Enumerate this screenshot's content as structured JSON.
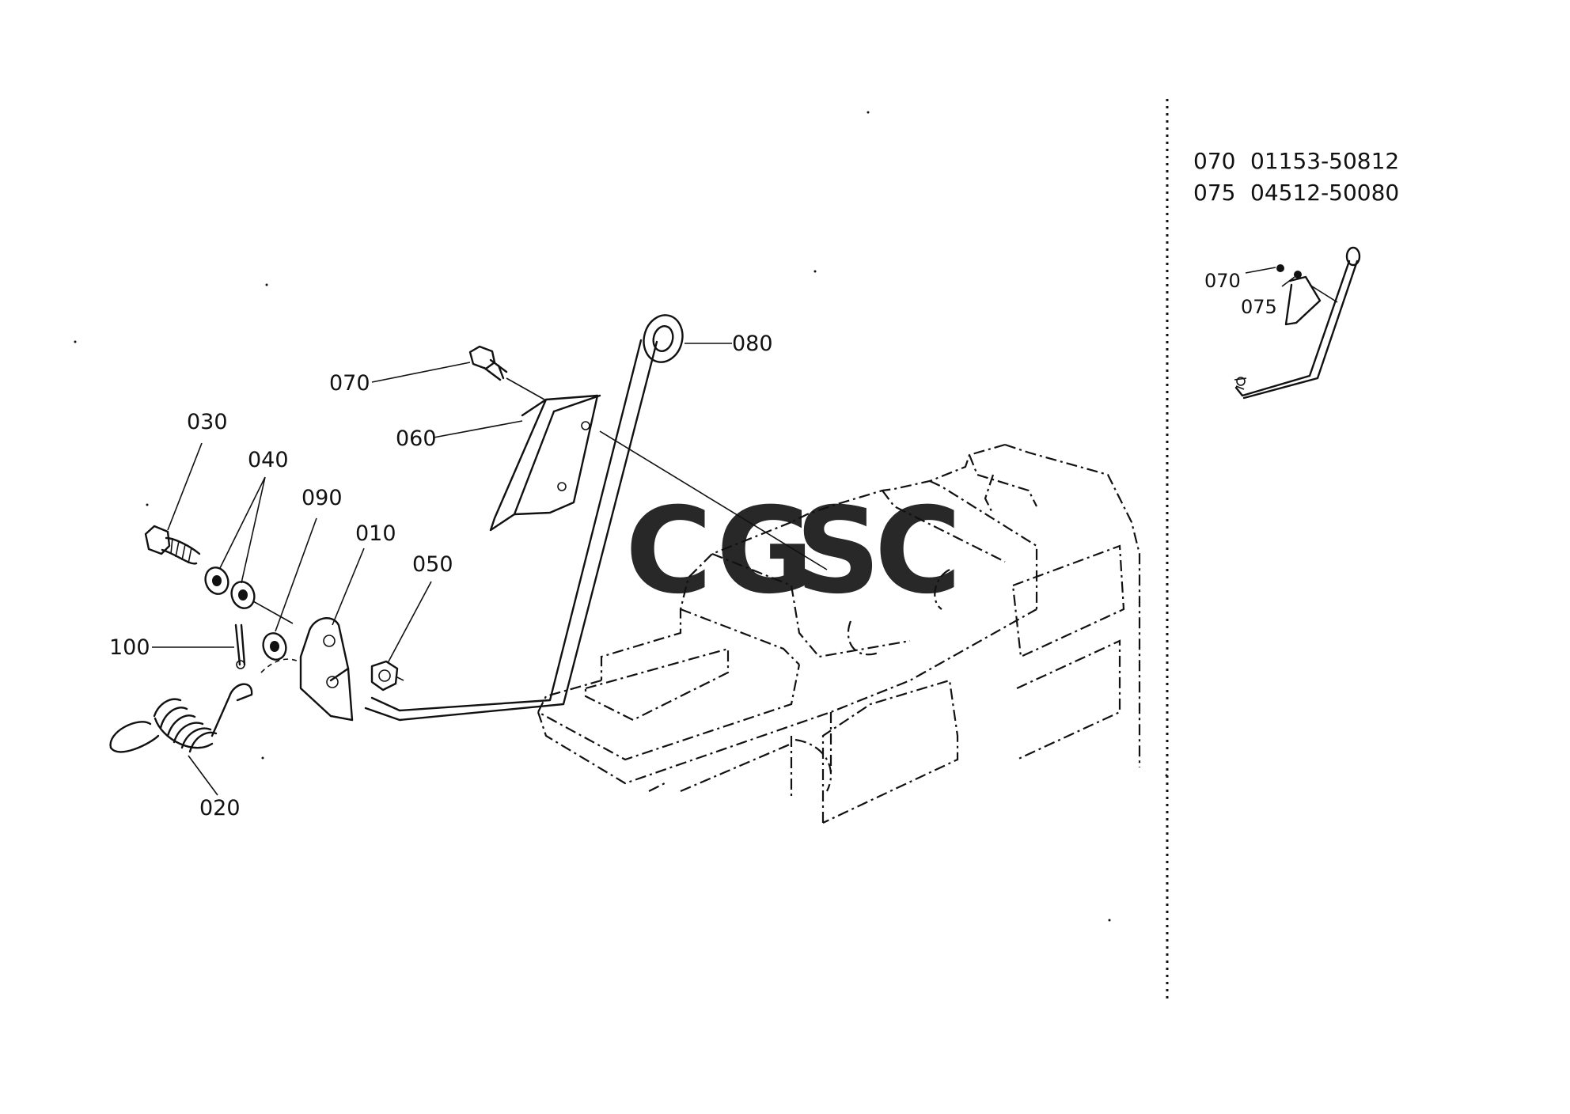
{
  "callouts": {
    "c080": "080",
    "c070": "070",
    "c060": "060",
    "c030": "030",
    "c040": "040",
    "c090": "090",
    "c010": "010",
    "c050": "050",
    "c100": "100",
    "c020": "020"
  },
  "part_table": [
    {
      "ref": "070",
      "part_number": "01153-50812"
    },
    {
      "ref": "075",
      "part_number": "04512-50080"
    }
  ],
  "inset_callouts": {
    "c070": "070",
    "c075": "075"
  },
  "watermark": {
    "letters": [
      "C",
      "G",
      "S",
      "C"
    ],
    "colors": [
      "#7aa7f2",
      "#f08c83",
      "#f7d35e",
      "#7fc0a0"
    ]
  }
}
